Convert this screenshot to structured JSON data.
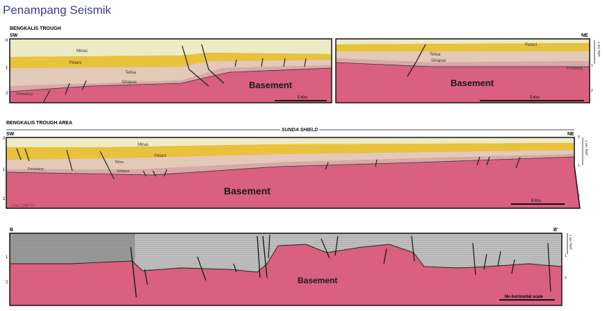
{
  "page": {
    "title": "Penampang Seismik"
  },
  "panel1": {
    "heading": "BENGKALIS TROUGH",
    "sw": "SW",
    "ne": "NE",
    "layers": {
      "minas": "Minas",
      "petani": "Petani",
      "telisa": "Telisa",
      "sihapas": "Sihapas",
      "pematang": "Pematang"
    },
    "basement": "Basement",
    "scale_left": "5 Km",
    "scale_right": "5 Km",
    "ticks": [
      "0",
      "1",
      "2"
    ],
    "twt_label": "1 sec TWT"
  },
  "panel2": {
    "heading": "BENGKALIS TROUGH AREA",
    "shield": "SUNDA   SHIELD",
    "sw": "SW",
    "ne": "NE",
    "layers": {
      "minas": "Minas",
      "petani": "Petani",
      "telisa": "Telisa",
      "sihapas": "Sihapas",
      "pematang": "Pematang"
    },
    "basement": "Basement",
    "line_label": "Line   10W 71",
    "scale": "5 Km",
    "ticks": [
      "0",
      "1",
      "2"
    ],
    "twt_label": "1 sec TWT"
  },
  "panel3": {
    "b_left": "B",
    "b_right": "B'",
    "basement": "Basement",
    "scale": "No horizontal scale",
    "ticks": [
      "1",
      "2"
    ],
    "twt_label": "1 sec TWT"
  },
  "colors": {
    "minas": "#ecebc6",
    "petani": "#e8c23a",
    "telisa": "#e3c9b8",
    "sihapas": "#d9a9a6",
    "basement": "#d9607f",
    "seismic": "#bdbdbd"
  }
}
